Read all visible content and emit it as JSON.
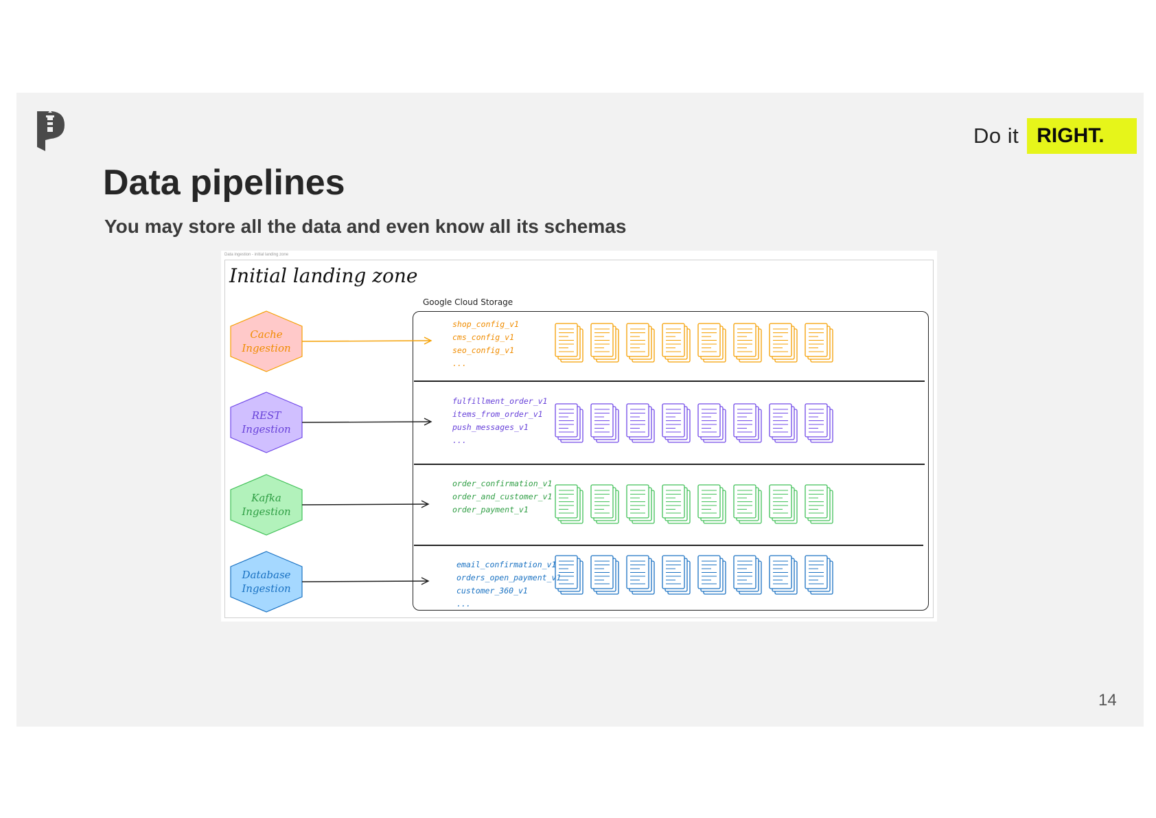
{
  "brand": {
    "tagline_prefix": "Do it",
    "tagline_highlight": "RIGHT.",
    "highlight_color": "#e6f51a",
    "logo_icon": "lighthouse-logo-icon"
  },
  "slide": {
    "title": "Data pipelines",
    "subtitle": "You may store all the data and even know all its schemas",
    "page_number": "14"
  },
  "diagram": {
    "caption": "Data ingestion - initial landing zone",
    "heading": "Initial landing zone",
    "storage_label": "Google Cloud Storage",
    "file_icon": "document-stack-icon",
    "files_per_lane": 8,
    "lanes": [
      {
        "line1": "Cache",
        "line2": "Ingestion",
        "fill": "#ffc9c9",
        "stroke": "#f59f00",
        "text": "#f08c00",
        "arrow": "#f59f00",
        "schemas": [
          "shop_config_v1",
          "cms_config_v1",
          "seo_config_v1",
          "..."
        ]
      },
      {
        "line1": "REST",
        "line2": "Ingestion",
        "fill": "#d0bfff",
        "stroke": "#7048e8",
        "text": "#6741d9",
        "arrow": "#1e1e1e",
        "schemas": [
          "fulfillment_order_v1",
          "items_from_order_v1",
          "push_messages_v1",
          "..."
        ]
      },
      {
        "line1": "Kafka",
        "line2": "Ingestion",
        "fill": "#b2f2bb",
        "stroke": "#40c057",
        "text": "#2f9e44",
        "arrow": "#1e1e1e",
        "schemas": [
          "order_confirmation_v1",
          "order_and_customer_v1",
          "order_payment_v1"
        ]
      },
      {
        "line1": "Database",
        "line2": "Ingestion",
        "fill": "#a5d8ff",
        "stroke": "#1971c2",
        "text": "#1971c2",
        "arrow": "#1e1e1e",
        "schemas": [
          "email_confirmation_v1",
          "orders_open_payment_v1",
          "customer_360_v1",
          "..."
        ]
      }
    ]
  }
}
